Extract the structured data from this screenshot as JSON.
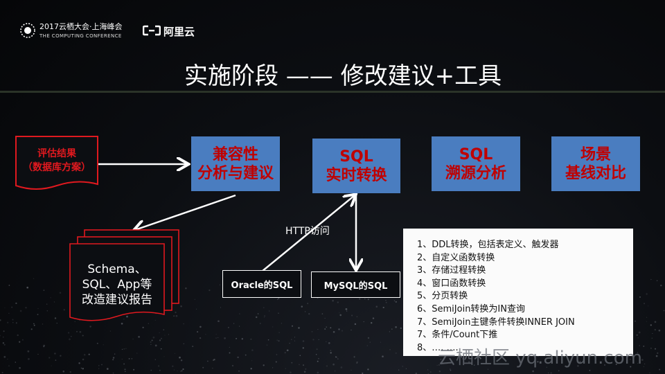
{
  "header": {
    "event_title": "2017云栖大会·上海峰会",
    "event_subtitle": "THE COMPUTING CONFERENCE",
    "brand_icon": "aliyun-bracket-icon",
    "brand_name": "阿里云"
  },
  "slide": {
    "title": "实施阶段 —— 修改建议+工具"
  },
  "input_doc": {
    "line1": "评估结果",
    "line2": "（数据库方案）"
  },
  "stages": [
    {
      "line1": "兼容性",
      "line2": "分析与建议"
    },
    {
      "line1": "SQL",
      "line2": "实时转换"
    },
    {
      "line1": "SQL",
      "line2": "溯源分析"
    },
    {
      "line1": "场景",
      "line2": "基线对比"
    }
  ],
  "report_doc": {
    "line1": "Schema、",
    "line2": "SQL、App等",
    "line3": "改造建议报告"
  },
  "http_label": "HTTP访问",
  "sql_sources": {
    "oracle": "Oracle的SQL",
    "mysql": "MySQL的SQL"
  },
  "features": [
    "1、DDL转换，包括表定义、触发器",
    "2、自定义函数转换",
    "3、存储过程转换",
    "4、窗口函数转换",
    "5、分页转换",
    "6、SemiJoin转换为IN查询",
    "7、SemiJoin主键条件转换INNER JOIN",
    "7、条件/Count下推",
    "8、…. …."
  ],
  "watermark": "云栖社区 yq.aliyun.com",
  "colors": {
    "stage_fill": "#4a7dc0",
    "accent_red": "#c00000",
    "doc_border": "#e0191f"
  }
}
